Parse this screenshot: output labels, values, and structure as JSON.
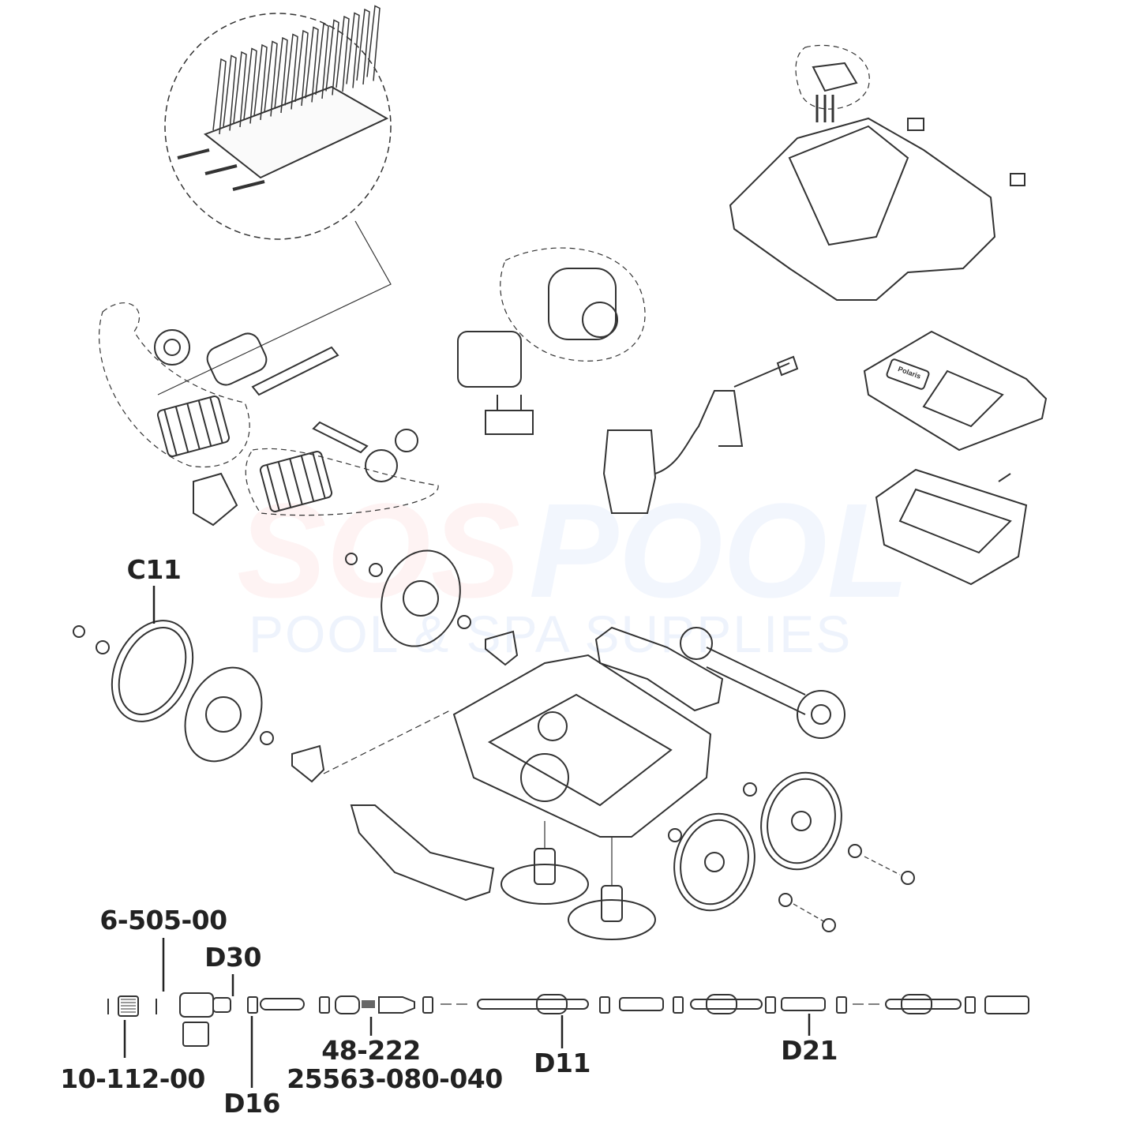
{
  "watermark": {
    "brand_a": "SOS",
    "brand_b": "POOL",
    "tagline": "POOL & SPA SUPPLIES"
  },
  "cover_logo": "Polaris",
  "labels": {
    "c11": "C11",
    "part_6_505_00": "6-505-00",
    "d30": "D30",
    "part_10_112_00": "10-112-00",
    "d16": "D16",
    "part_48_222": "48-222",
    "part_25563_080_040": "25563-080-040",
    "d11": "D11",
    "d21": "D21"
  }
}
